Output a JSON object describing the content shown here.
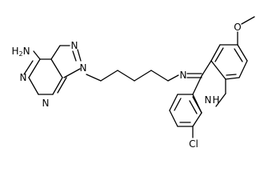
{
  "labels": {
    "amine": "H2N",
    "n7": "N",
    "n9": "N",
    "n1": "N",
    "n3": "N",
    "linker_n": "N",
    "acridine_nh": "N",
    "acridine_h": "H",
    "methoxy_o": "O",
    "chloro": "Cl"
  }
}
